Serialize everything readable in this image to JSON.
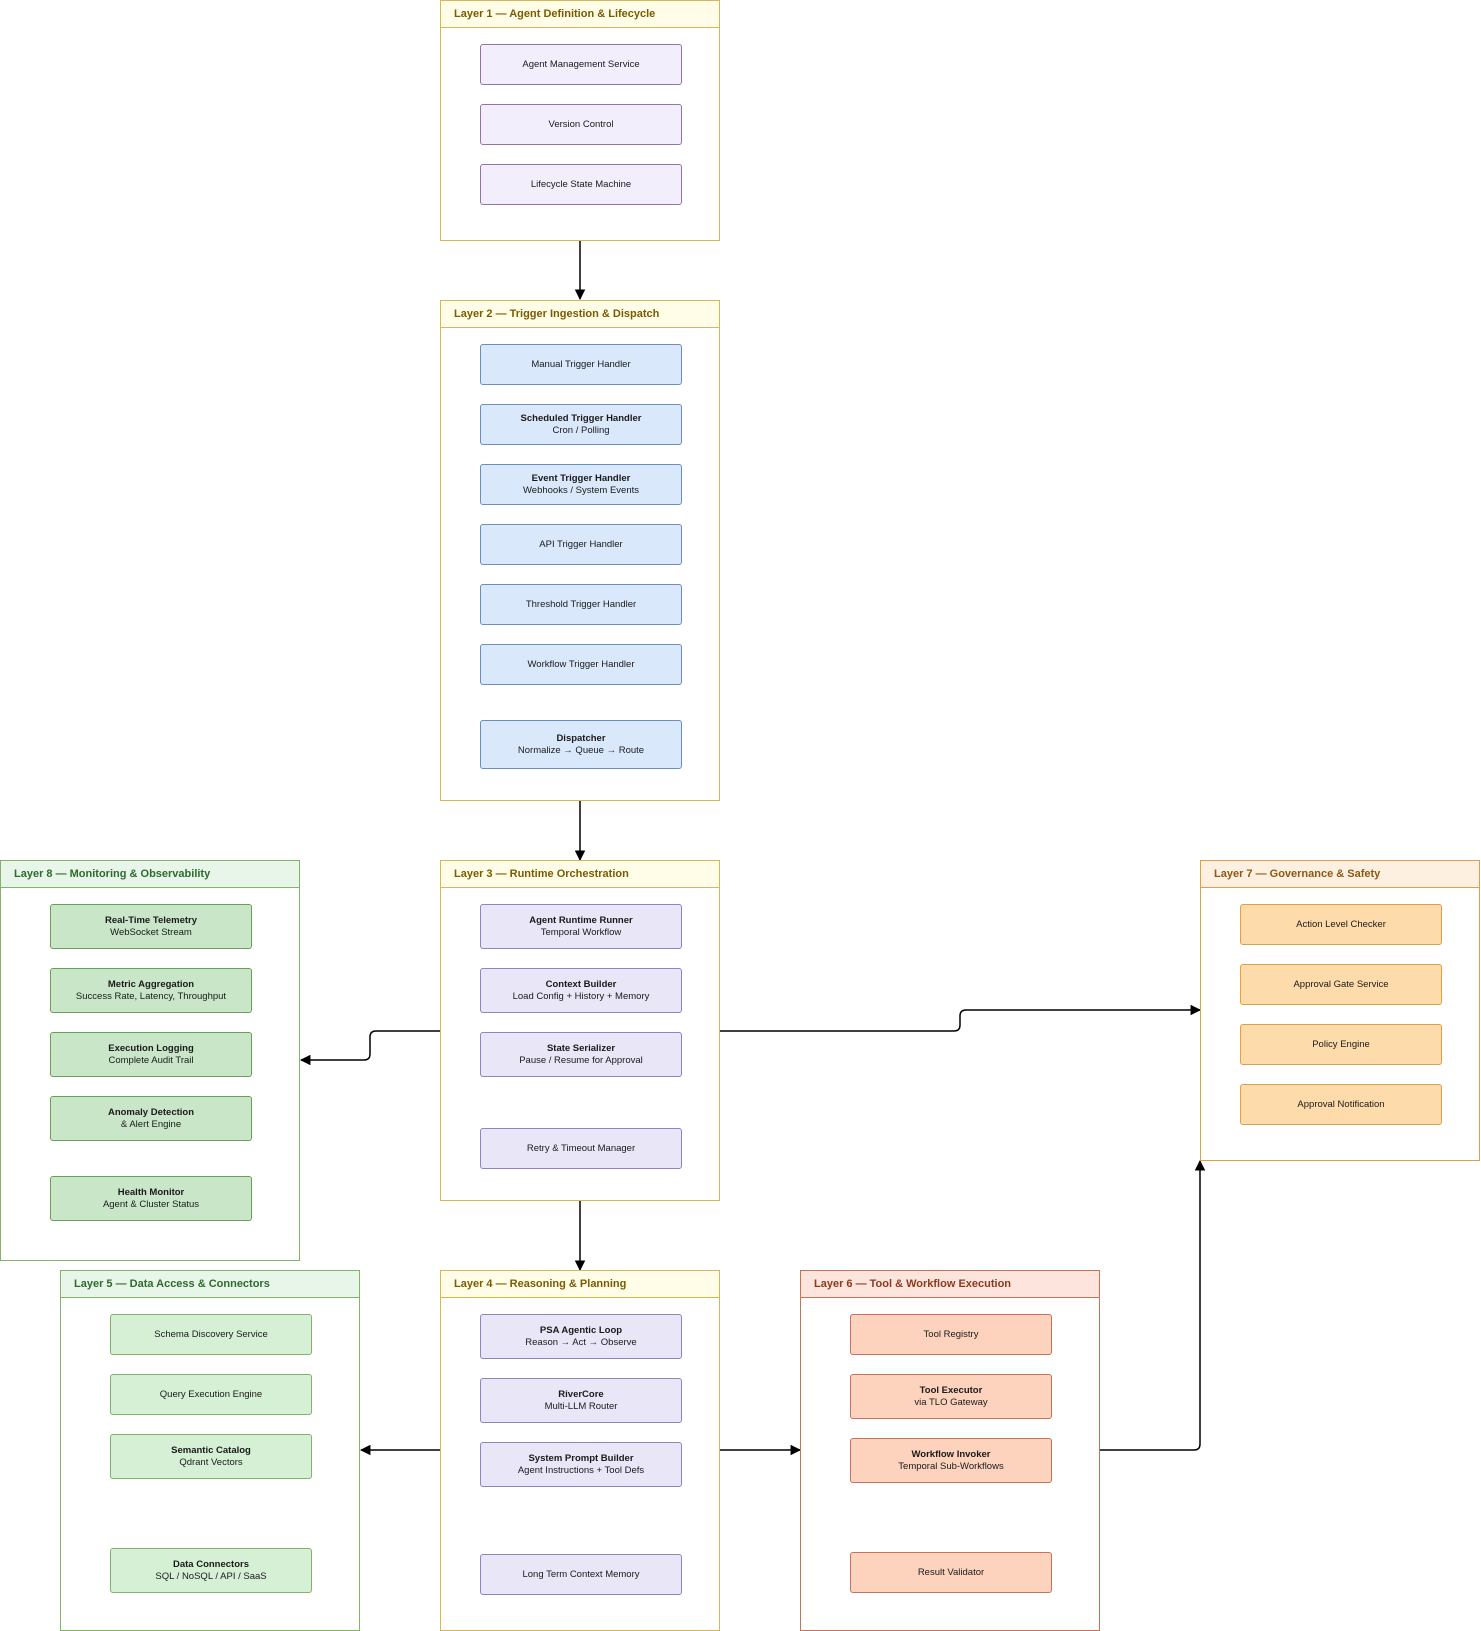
{
  "layers": [
    {
      "id": "l1",
      "title": "Layer 1 — Agent Definition & Lifecycle",
      "theme": "yellow",
      "node_theme": "purple",
      "nodes": [
        {
          "title": "Agent Management Service",
          "sub": ""
        },
        {
          "title": "Version Control",
          "sub": ""
        },
        {
          "title": "Lifecycle State Machine",
          "sub": ""
        }
      ]
    },
    {
      "id": "l2",
      "title": "Layer 2 — Trigger Ingestion & Dispatch",
      "theme": "yellow",
      "node_theme": "blue",
      "nodes": [
        {
          "title": "Manual Trigger Handler",
          "sub": ""
        },
        {
          "title": "Scheduled Trigger Handler",
          "sub": "Cron / Polling"
        },
        {
          "title": "Event Trigger Handler",
          "sub": "Webhooks / System Events"
        },
        {
          "title": "API Trigger Handler",
          "sub": ""
        },
        {
          "title": "Threshold Trigger Handler",
          "sub": ""
        },
        {
          "title": "Workflow Trigger Handler",
          "sub": ""
        },
        {
          "title": "Dispatcher",
          "sub": "Normalize → Queue → Route"
        }
      ]
    },
    {
      "id": "l3",
      "title": "Layer 3 — Runtime Orchestration",
      "theme": "yellow",
      "node_theme": "lavender",
      "nodes": [
        {
          "title": "Agent Runtime Runner",
          "sub": "Temporal Workflow"
        },
        {
          "title": "Context Builder",
          "sub": "Load Config + History + Memory"
        },
        {
          "title": "State Serializer",
          "sub": "Pause / Resume for Approval"
        },
        {
          "title": "Retry & Timeout Manager",
          "sub": ""
        }
      ]
    },
    {
      "id": "l4",
      "title": "Layer 4 — Reasoning & Planning",
      "theme": "yellow",
      "node_theme": "lavender",
      "nodes": [
        {
          "title": "PSA Agentic Loop",
          "sub": "Reason → Act → Observe"
        },
        {
          "title": "RiverCore",
          "sub": "Multi-LLM Router"
        },
        {
          "title": "System Prompt Builder",
          "sub": "Agent Instructions + Tool Defs"
        },
        {
          "title": "Long Term Context Memory",
          "sub": ""
        }
      ]
    },
    {
      "id": "l5",
      "title": "Layer 5 — Data Access & Connectors",
      "theme": "green",
      "node_theme": "lightgreen",
      "nodes": [
        {
          "title": "Schema Discovery Service",
          "sub": ""
        },
        {
          "title": "Query Execution Engine",
          "sub": ""
        },
        {
          "title": "Semantic Catalog",
          "sub": "Qdrant Vectors"
        },
        {
          "title": "Data Connectors",
          "sub": "SQL / NoSQL / API / SaaS"
        }
      ]
    },
    {
      "id": "l6",
      "title": "Layer 6 — Tool & Workflow Execution",
      "theme": "red",
      "node_theme": "peach",
      "nodes": [
        {
          "title": "Tool Registry",
          "sub": ""
        },
        {
          "title": "Tool Executor",
          "sub": "via TLO Gateway"
        },
        {
          "title": "Workflow Invoker",
          "sub": "Temporal Sub-Workflows"
        },
        {
          "title": "Result Validator",
          "sub": ""
        }
      ]
    },
    {
      "id": "l7",
      "title": "Layer 7 — Governance & Safety",
      "theme": "orange",
      "node_theme": "orange",
      "nodes": [
        {
          "title": "Action Level Checker",
          "sub": ""
        },
        {
          "title": "Approval Gate Service",
          "sub": ""
        },
        {
          "title": "Policy Engine",
          "sub": ""
        },
        {
          "title": "Approval Notification",
          "sub": ""
        }
      ]
    },
    {
      "id": "l8",
      "title": "Layer 8 — Monitoring & Observability",
      "theme": "green",
      "node_theme": "green",
      "nodes": [
        {
          "title": "Real-Time Telemetry",
          "sub": "WebSocket Stream"
        },
        {
          "title": "Metric Aggregation",
          "sub": "Success Rate, Latency, Throughput"
        },
        {
          "title": "Execution Logging",
          "sub": "Complete Audit Trail"
        },
        {
          "title": "Anomaly Detection",
          "sub": "& Alert Engine"
        },
        {
          "title": "Health Monitor",
          "sub": "Agent & Cluster Status"
        }
      ]
    }
  ],
  "themes": {
    "yellow": {
      "border": "#d6b656",
      "header_bg": "#fffde7",
      "header_text": "#7a5c00"
    },
    "green": {
      "border": "#82b366",
      "header_bg": "#e8f5e9",
      "header_text": "#2e6b2e"
    },
    "red": {
      "border": "#c9725a",
      "header_bg": "#fde4dc",
      "header_text": "#8a3a1e"
    },
    "orange": {
      "border": "#e0a049",
      "header_bg": "#fdf0e0",
      "header_text": "#8a5a14"
    }
  },
  "node_themes": {
    "purple": {
      "fill": "#f3eefc",
      "stroke": "#9673a6"
    },
    "blue": {
      "fill": "#dae8fc",
      "stroke": "#6c8ebf"
    },
    "lavender": {
      "fill": "#e8e6f7",
      "stroke": "#8a86c4"
    },
    "lightgreen": {
      "fill": "#d5f0d5",
      "stroke": "#82b366"
    },
    "green": {
      "fill": "#c9e6c9",
      "stroke": "#6a9f56"
    },
    "peach": {
      "fill": "#fdd3be",
      "stroke": "#c9725a"
    },
    "orange": {
      "fill": "#fedbaa",
      "stroke": "#e0a049"
    }
  },
  "connections": [
    {
      "from": "Layer 1",
      "to": "Layer 2"
    },
    {
      "from": "Layer 2",
      "to": "Layer 3"
    },
    {
      "from": "Layer 3",
      "to": "Layer 4"
    },
    {
      "from": "Layer 3",
      "to": "Layer 8"
    },
    {
      "from": "Layer 3",
      "to": "Layer 7"
    },
    {
      "from": "Layer 4",
      "to": "Layer 5"
    },
    {
      "from": "Layer 4",
      "to": "Layer 6"
    },
    {
      "from": "Layer 6",
      "to": "Layer 7"
    }
  ]
}
